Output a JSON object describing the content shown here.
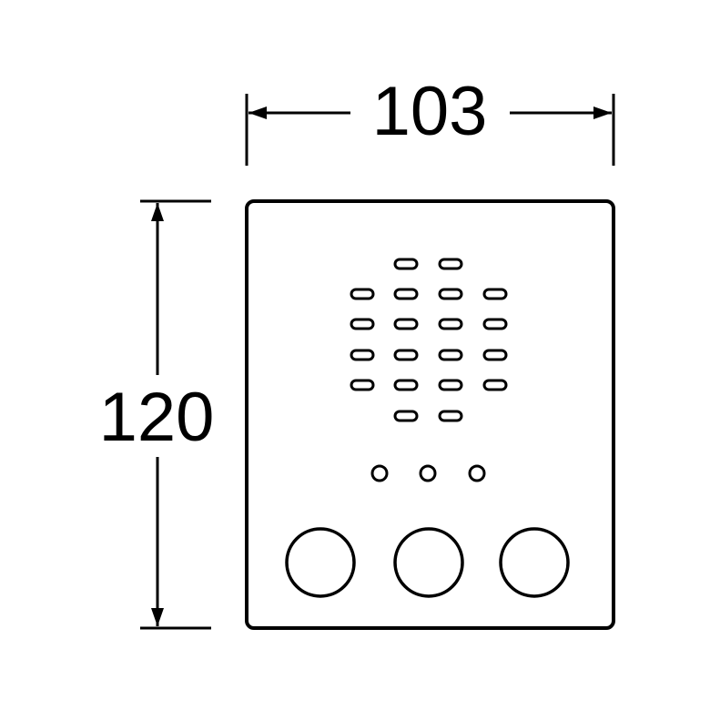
{
  "dimensions": {
    "width_label": "103",
    "height_label": "120"
  },
  "colors": {
    "stroke": "#000000",
    "background": "#ffffff"
  },
  "device": {
    "speaker_slot_count": 20,
    "indicator_led_count": 3,
    "button_count": 3
  }
}
